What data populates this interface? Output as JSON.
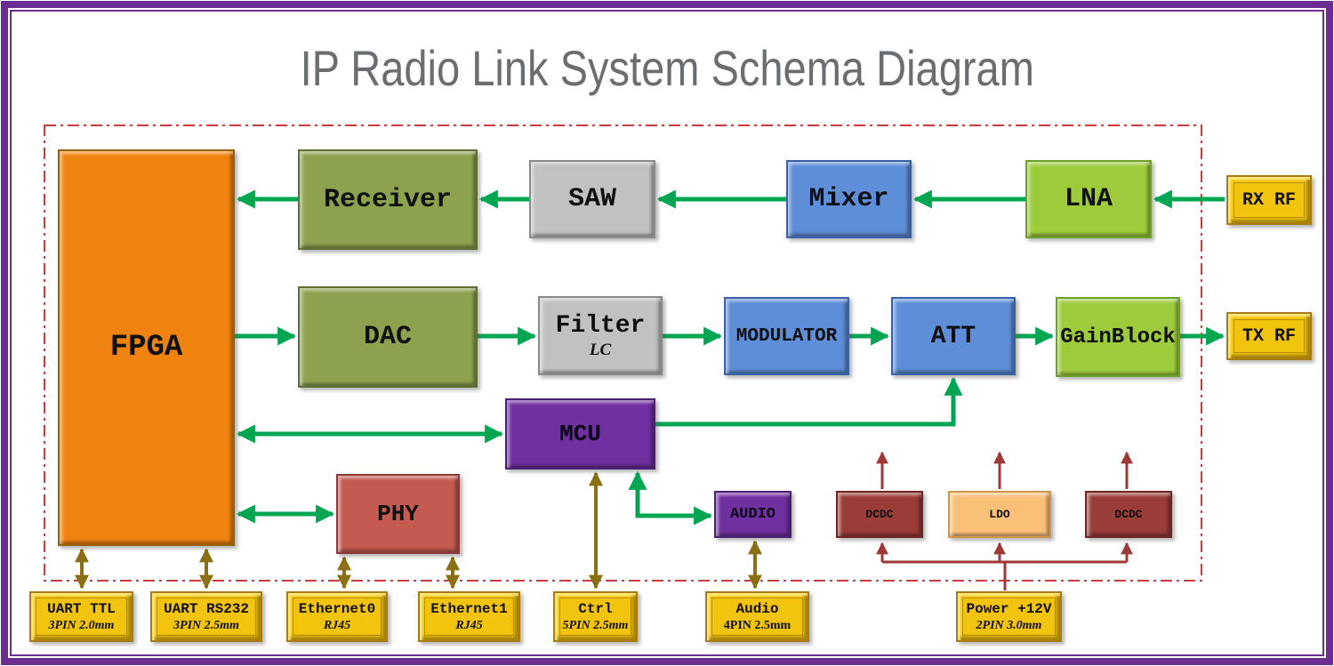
{
  "title": "IP Radio Link System Schema Diagram",
  "palette": {
    "frame_purple": "#6b2d91",
    "boundary_dash_red": "#cd3c3c",
    "signal_arrow_green": "#00a651",
    "io_arrow_olive": "#8b6f14",
    "power_arrow_darkred": "#9e3938",
    "block_orange": "#f0830f",
    "block_olive_green": "#8ca24f",
    "block_gray": "#c1c1c1",
    "block_blue": "#5e8ed8",
    "block_light_green": "#9ecb3c",
    "block_purple": "#7030a0",
    "block_brick_red": "#c55a50",
    "block_dark_red": "#9a3c38",
    "block_peach": "#fac078",
    "connector_gold": "#f2c40e",
    "title_gray": "#6b6e70"
  },
  "blocks": {
    "fpga": "FPGA",
    "receiver": "Receiver",
    "saw": "SAW",
    "mixer": "Mixer",
    "lna": "LNA",
    "dac": "DAC",
    "filter": "Filter",
    "filter_sub": "LC",
    "modulator": "MODULATOR",
    "att": "ATT",
    "gainblock": "GainBlock",
    "mcu": "MCU",
    "phy": "PHY",
    "audio": "AUDIO",
    "dcdc1": "DCDC",
    "ldo": "LDO",
    "dcdc2": "DCDC"
  },
  "ports": {
    "rx_rf": "RX RF",
    "tx_rf": "TX RF"
  },
  "connectors": [
    {
      "label": "UART TTL",
      "sub": "3PIN 2.0mm"
    },
    {
      "label": "UART RS232",
      "sub": "3PIN 2.5mm"
    },
    {
      "label": "Ethernet0",
      "sub": "RJ45"
    },
    {
      "label": "Ethernet1",
      "sub": "RJ45"
    },
    {
      "label": "Ctrl",
      "sub": "5PIN 2.5mm"
    },
    {
      "label": "Audio",
      "sub": "4PIN 2.5mm"
    },
    {
      "label": "Power +12V",
      "sub": "2PIN 3.0mm"
    }
  ]
}
